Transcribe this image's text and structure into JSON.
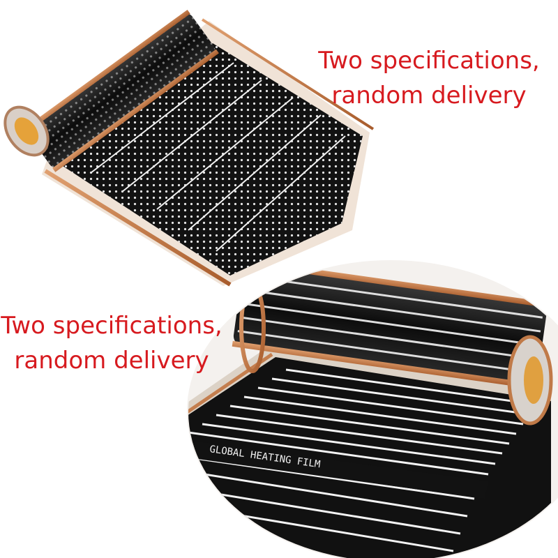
{
  "captions": {
    "top": {
      "line1": "Two specifications,",
      "line2": "random delivery"
    },
    "bottom": {
      "line1": "Two specifications,",
      "line2": "random delivery"
    }
  },
  "product_text": {
    "brand_print": "GLOBAL HEATING FILM"
  },
  "colors": {
    "caption": "#d71a1f",
    "film": "#151515",
    "copper": "#c77a45",
    "background": "#ffffff"
  }
}
